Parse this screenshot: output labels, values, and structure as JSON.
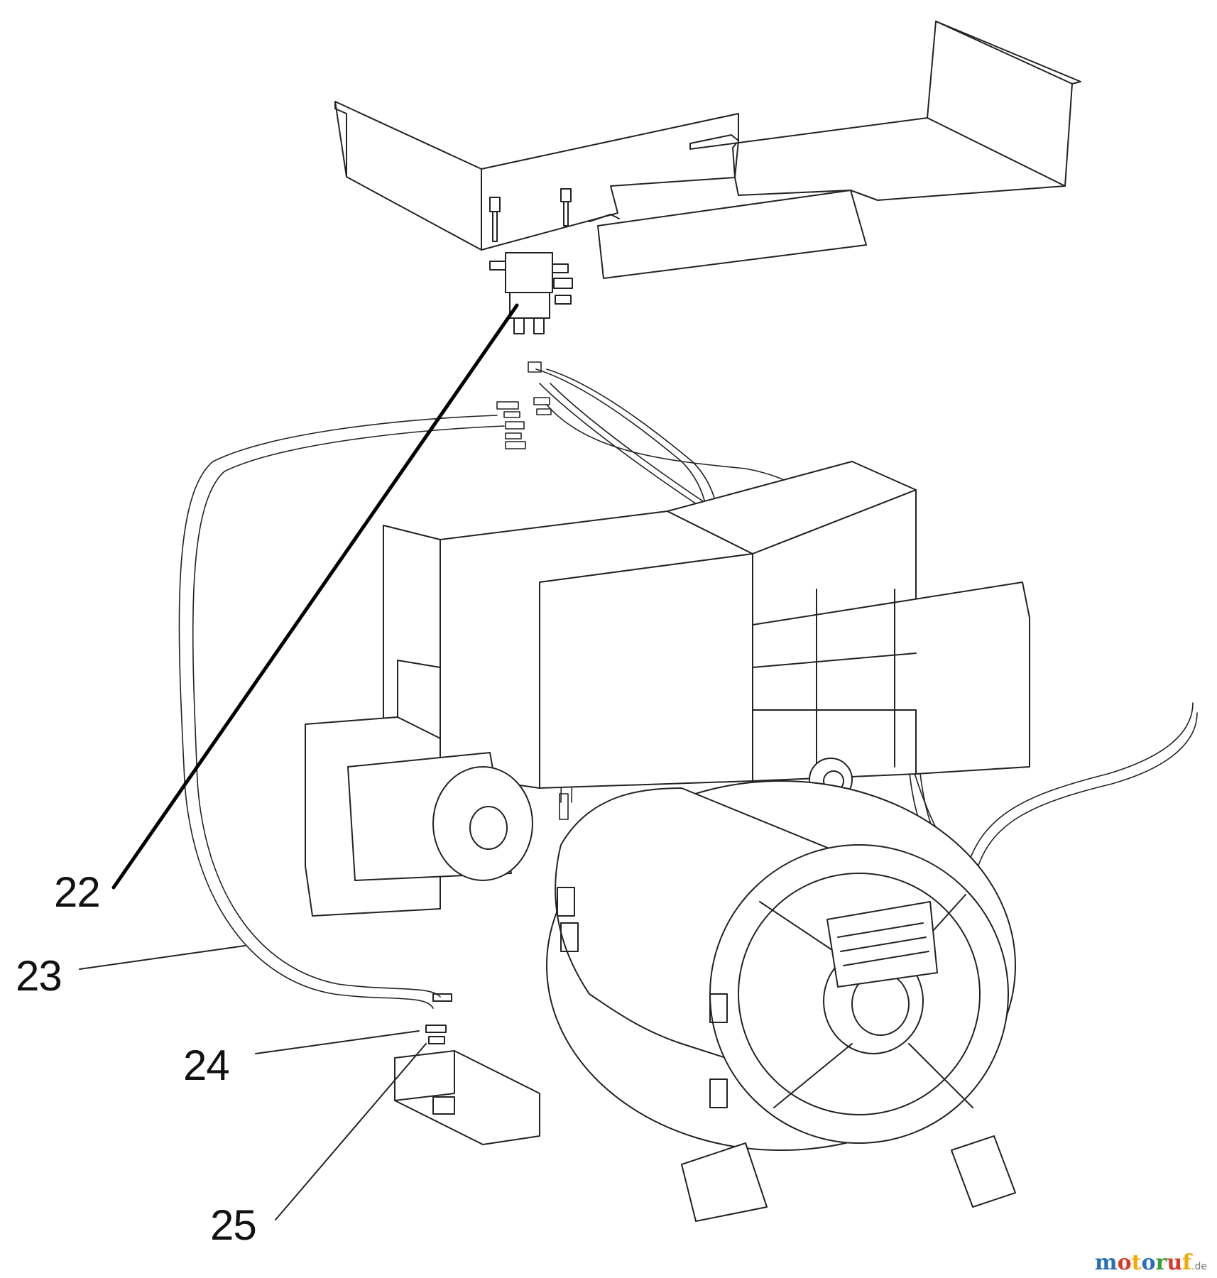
{
  "callouts": [
    {
      "id": "22",
      "label": "22"
    },
    {
      "id": "23",
      "label": "23"
    },
    {
      "id": "24",
      "label": "24"
    },
    {
      "id": "25",
      "label": "25"
    }
  ],
  "watermark": {
    "parts": [
      {
        "text": "m",
        "color": "#2a6fb5"
      },
      {
        "text": "o",
        "color": "#d8392b"
      },
      {
        "text": "t",
        "color": "#f2a900"
      },
      {
        "text": "o",
        "color": "#2a6fb5"
      },
      {
        "text": "r",
        "color": "#3a9d3a"
      },
      {
        "text": "u",
        "color": "#d8392b"
      },
      {
        "text": "f",
        "color": "#f2a900"
      }
    ],
    "suffix": ".de"
  }
}
